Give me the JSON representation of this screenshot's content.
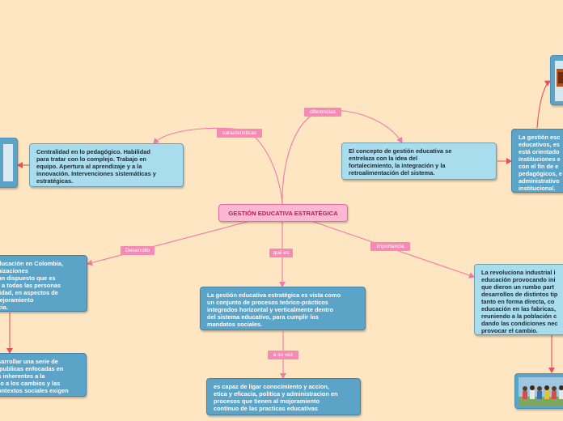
{
  "central": {
    "text": "GESTIÓN EDUCATIVA ESTRATÉGICA"
  },
  "labels": {
    "caracteristicas": "caracteristicas",
    "diferencias": "diferencias",
    "desarrollo": "Desarrollo",
    "que_es": "qué es",
    "importancia": "importancia",
    "a_su_vez": "a su vez"
  },
  "nodes": {
    "caracteristicas": "Centralidad en lo pedagógico. Habilidad\npara tratar con lo complejo. Trabajo en\nequipo. Apertura al aprendizaje y a la\ninnovación. Intervenciones sistemáticas y\nestratégicas.",
    "diferencias": "El concepto de gestión educativa se\nentrelaza con la idea del\nfortalecimiento, la integración y la\nretroalimentación del sistema.",
    "diferencias_right": "La gestión esc\neducativos, es\nestá orientado\ninstituciones e\ncon el fin de e\npedagógicos, e\nadministrativo\ninstitucional.",
    "desarrollo": "educación en Colombia,\nanizaciones\nhan dispuesto que es\nar a todas las personas\nalidad, en aspectos de\nmejoramiento\nncia.",
    "desarrollo_below": "esarrollar una serie de\ns publicas enfocadas en\nos inherentes a la\nrdo a los cambios y las\ncontextos sociales exigen",
    "que_es": "La gestión educativa estratégica  es vista como\nun conjunto de procesos teórico-prácticos\nintegrados horizontal y verticalmente  dentro\ndel sistema educativo, para cumplir los\nmandatos sociales.",
    "a_su_vez": "es capaz de ligar conocimiento y accion,\netica y eficacia, politica y administracion  en\nprocesos que tienen al mojoramiento\ncontinuo  de las practicas educativas",
    "importancia": "La revoluciona industrial i\neducación provocando ini\nque dieron un rumbo part\ndesarrollos de distintos tip\ntanto en forma directa, co\neducación en las fabricas,\nreuniendo a la población c\ndando las condiciones nec\nprovocar el cambio."
  },
  "colors": {
    "background": "#ffe6c2",
    "line": "#f07aa8",
    "arrow_red": "#e8505a",
    "central_fill": "#fbb7d3",
    "central_text": "#c8134f",
    "label_fill": "#f58bb4",
    "node_light": "#a9dcec",
    "node_dark": "#5ba3c7"
  }
}
